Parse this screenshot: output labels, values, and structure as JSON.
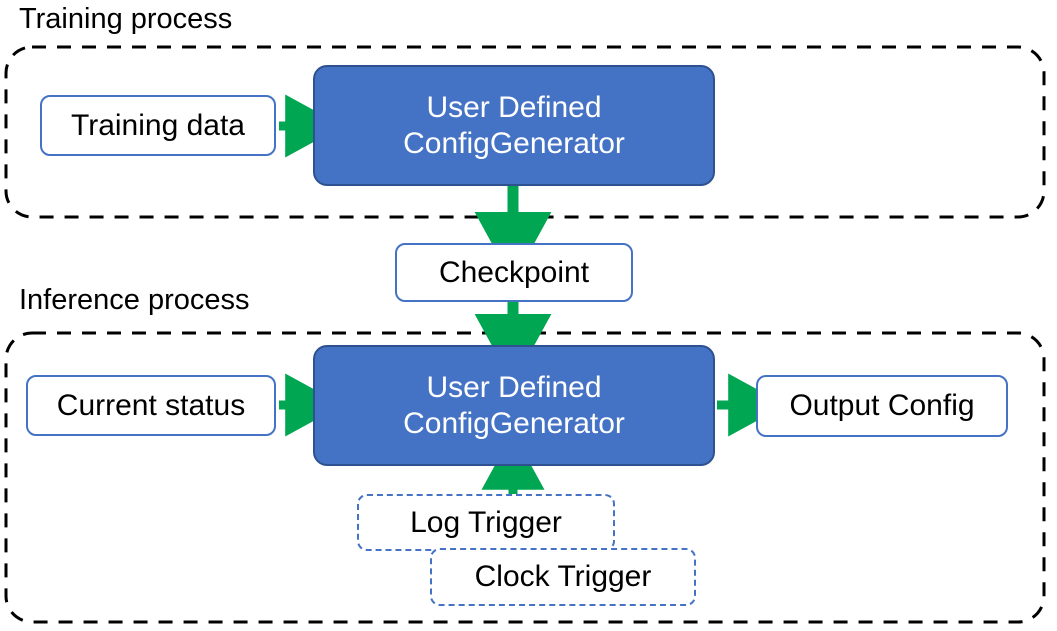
{
  "diagram": {
    "title_training": "Training process",
    "title_inference": "Inference process",
    "colors": {
      "process_fill": "#4472C4",
      "process_border": "#2E528F",
      "node_border": "#4472C4",
      "arrow": "#00A651",
      "container_border": "#000000",
      "text_dark": "#000000",
      "text_light": "#FFFFFF"
    },
    "training_group": {
      "label": "Training process",
      "nodes": {
        "training_data": "Training data",
        "process_line1": "User Defined",
        "process_line2": "ConfigGenerator"
      }
    },
    "bridge": {
      "checkpoint": "Checkpoint"
    },
    "inference_group": {
      "label": "Inference process",
      "nodes": {
        "current_status": "Current status",
        "process_line1": "User Defined",
        "process_line2": "ConfigGenerator",
        "output_config": "Output Config",
        "log_trigger": "Log Trigger",
        "clock_trigger": "Clock Trigger"
      }
    },
    "edges": [
      {
        "from": "Training data",
        "to": "User Defined ConfigGenerator",
        "direction": "right"
      },
      {
        "from": "User Defined ConfigGenerator",
        "to": "Checkpoint",
        "direction": "down"
      },
      {
        "from": "Checkpoint",
        "to": "User Defined ConfigGenerator",
        "direction": "down"
      },
      {
        "from": "Current status",
        "to": "User Defined ConfigGenerator",
        "direction": "right"
      },
      {
        "from": "User Defined ConfigGenerator",
        "to": "Output Config",
        "direction": "right"
      },
      {
        "from": "Log Trigger",
        "to": "User Defined ConfigGenerator",
        "direction": "up"
      }
    ]
  }
}
